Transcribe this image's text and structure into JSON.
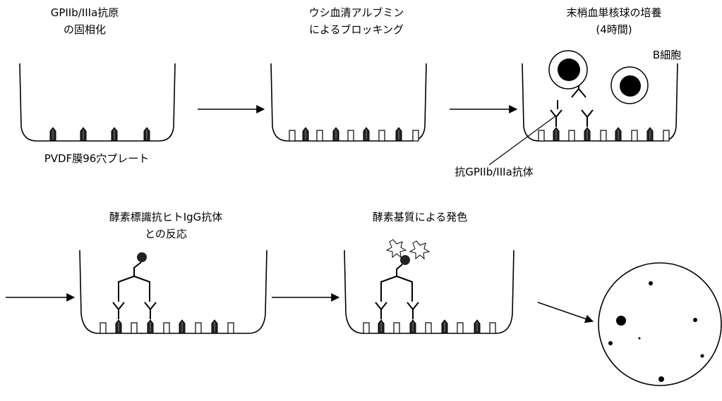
{
  "steps": {
    "coating": {
      "line1": "GPIIb/IIIa抗原",
      "line2": "の固相化"
    },
    "blocking": {
      "line1": "ウシ血清アルブミン",
      "line2": "によるブロッキング"
    },
    "culture": {
      "line1": "末梢血単核球の培養",
      "line2": "(4時間)"
    },
    "labeled": {
      "line1": "酵素標識抗ヒトIgG抗体",
      "line2": "との反応"
    },
    "color": {
      "line1": "酵素基質による発色"
    }
  },
  "labels": {
    "plate": "PVDF膜96穴プレート",
    "bcell": "B細胞",
    "antibody": "抗GPIIb/IIIa抗体"
  }
}
